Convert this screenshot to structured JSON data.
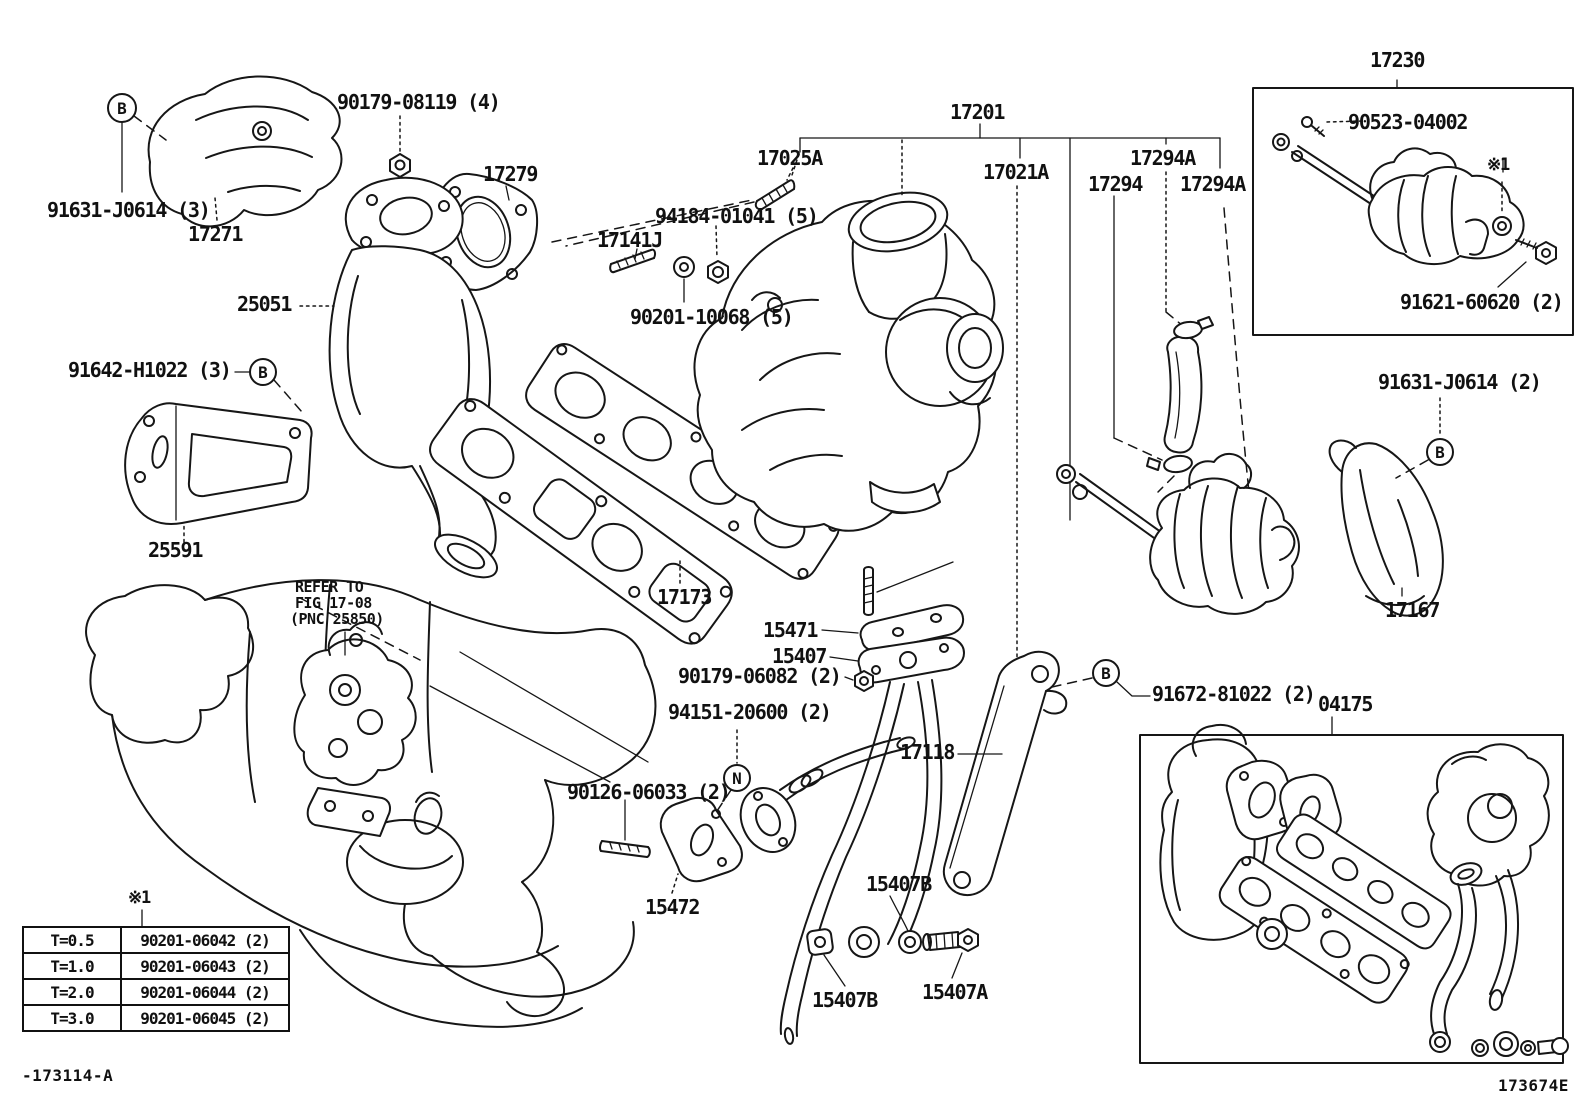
{
  "colors": {
    "background": "#ffffff",
    "ink": "#161616"
  },
  "callouts": {
    "b": "B",
    "n": "N"
  },
  "footer": {
    "left_code": "-173114-A",
    "right_code": "173674E"
  },
  "note": {
    "line1": "REFER TO",
    "line2": "FIG 17-08",
    "line3": "(PNC 25850)"
  },
  "reference_marks": {
    "box": "※1",
    "table": "※1"
  },
  "labels": {
    "p17230": "17230",
    "p90523_04002": "90523-04002",
    "p91621_60620": "91621-60620 (2)",
    "p90179_08119": "90179-08119 (4)",
    "p91631_j0614_3": "91631-J0614 (3)",
    "p17271": "17271",
    "p17279": "17279",
    "p25051": "25051",
    "p17201": "17201",
    "p17025a": "17025A",
    "p94184_01041": "94184-01041 (5)",
    "p17141j": "17141J",
    "p90201_10068": "90201-10068 (5)",
    "p17021a": "17021A",
    "p17294a_top": "17294A",
    "p17294": "17294",
    "p17294a_right": "17294A",
    "p91642_h1022": "91642-H1022 (3)",
    "p25591": "25591",
    "p17173": "17173",
    "p91631_j0614_2": "91631-J0614 (2)",
    "p17167": "17167",
    "p15471": "15471",
    "p15407": "15407",
    "p90179_06082": "90179-06082 (2)",
    "p94151_20600": "94151-20600 (2)",
    "p17118": "17118",
    "p91672_81022": "91672-81022 (2)",
    "p04175": "04175",
    "p90126_06033": "90126-06033 (2)",
    "p15472": "15472",
    "p15407b_upper": "15407B",
    "p15407b_lower": "15407B",
    "p15407a": "15407A"
  },
  "table": {
    "rows": [
      {
        "thickness": "T=0.5",
        "part": "90201-06042 (2)"
      },
      {
        "thickness": "T=1.0",
        "part": "90201-06043 (2)"
      },
      {
        "thickness": "T=2.0",
        "part": "90201-06044 (2)"
      },
      {
        "thickness": "T=3.0",
        "part": "90201-06045 (2)"
      }
    ]
  }
}
